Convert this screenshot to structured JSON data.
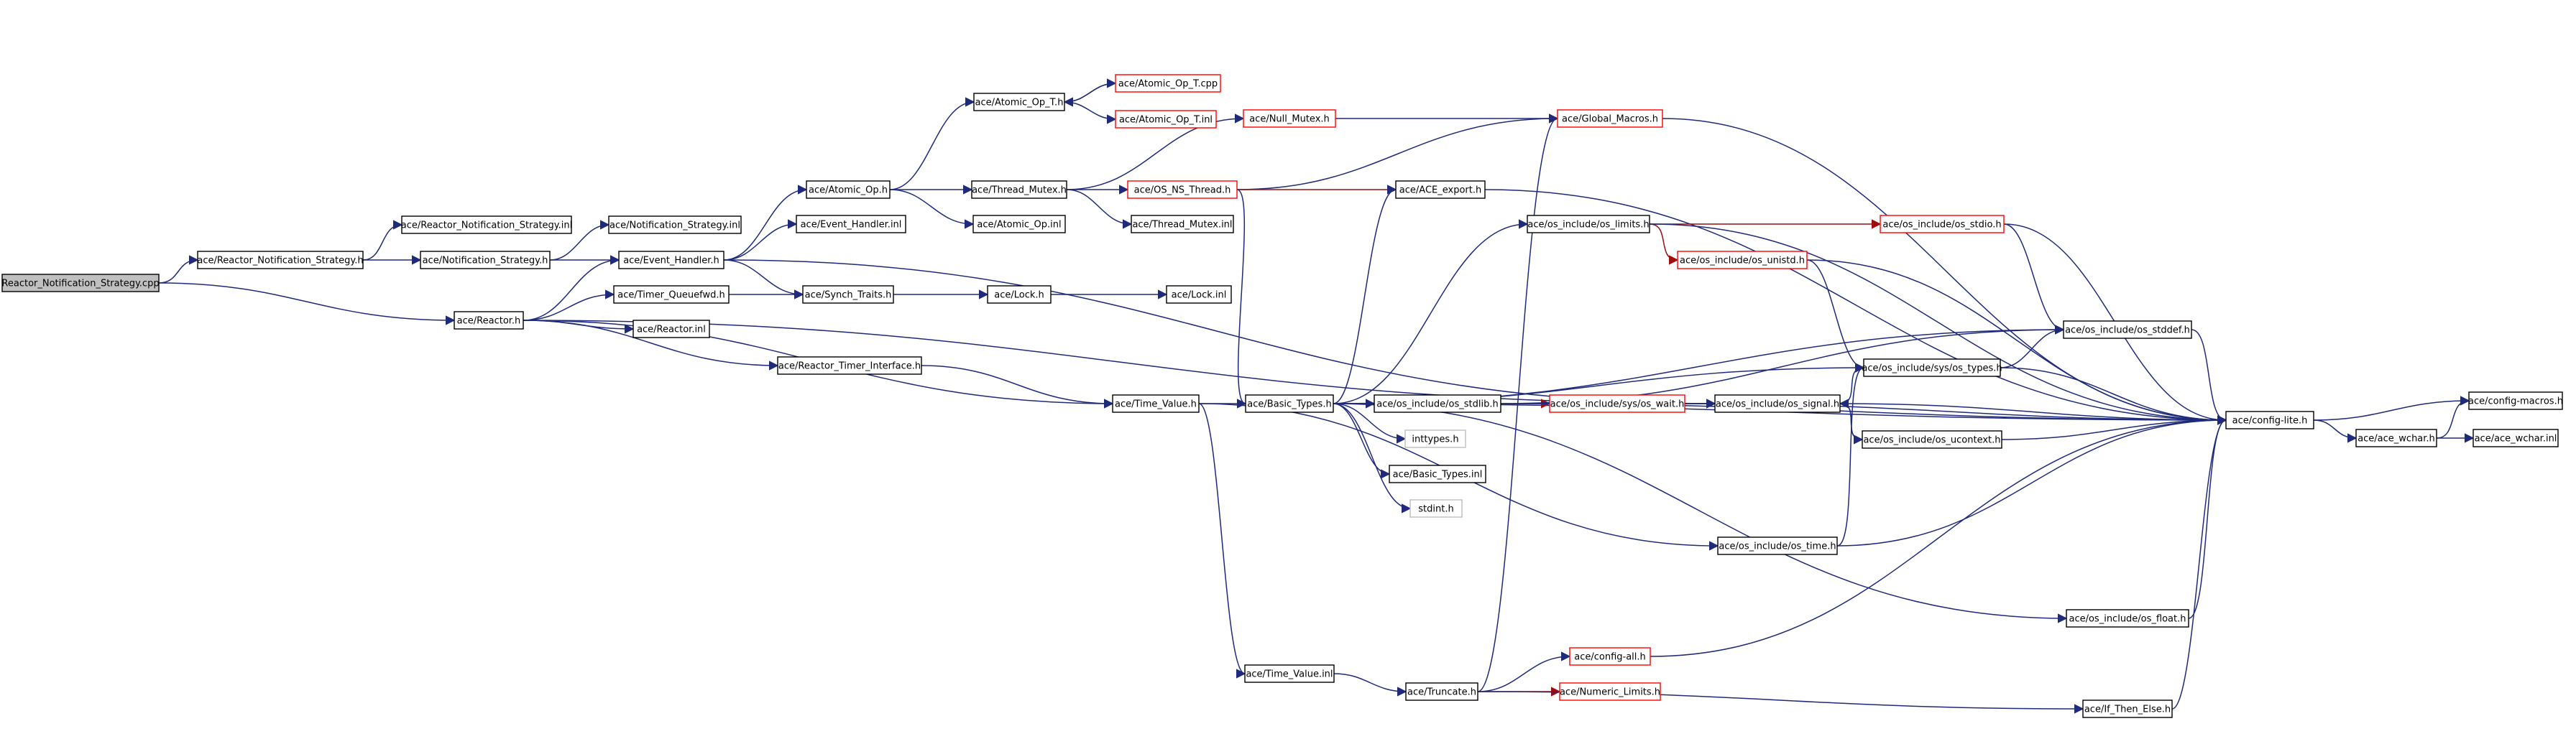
{
  "colors": {
    "edge": "#1f2a7a",
    "edge_red": "#9e0e0e",
    "node_border": "#000000",
    "node_border_truncated": "#ff0000",
    "node_border_light": "#bfbfbf",
    "root_fill": "#c0c0c0"
  },
  "nodes": [
    {
      "id": "root",
      "label": "Reactor_Notification_Strategy.cpp",
      "style": "root"
    },
    {
      "id": "rns_h",
      "label": "ace/Reactor_Notification_Strategy.h",
      "style": "normal"
    },
    {
      "id": "rns_inl",
      "label": "ace/Reactor_Notification_Strategy.inl",
      "style": "normal"
    },
    {
      "id": "ns_h",
      "label": "ace/Notification_Strategy.h",
      "style": "normal"
    },
    {
      "id": "ns_inl",
      "label": "ace/Notification_Strategy.inl",
      "style": "normal"
    },
    {
      "id": "reactor_h",
      "label": "ace/Reactor.h",
      "style": "normal"
    },
    {
      "id": "eh_h",
      "label": "ace/Event_Handler.h",
      "style": "normal"
    },
    {
      "id": "tq_h",
      "label": "ace/Timer_Queuefwd.h",
      "style": "normal"
    },
    {
      "id": "reactor_inl",
      "label": "ace/Reactor.inl",
      "style": "normal"
    },
    {
      "id": "rti_h",
      "label": "ace/Reactor_Timer_Interface.h",
      "style": "normal"
    },
    {
      "id": "atomic_h",
      "label": "ace/Atomic_Op.h",
      "style": "normal"
    },
    {
      "id": "eh_inl",
      "label": "ace/Event_Handler.inl",
      "style": "normal"
    },
    {
      "id": "synch_h",
      "label": "ace/Synch_Traits.h",
      "style": "normal"
    },
    {
      "id": "aopt_h",
      "label": "ace/Atomic_Op_T.h",
      "style": "normal"
    },
    {
      "id": "aopt_cpp",
      "label": "ace/Atomic_Op_T.cpp",
      "style": "truncated"
    },
    {
      "id": "aopt_inl",
      "label": "ace/Atomic_Op_T.inl",
      "style": "truncated"
    },
    {
      "id": "tm_h",
      "label": "ace/Thread_Mutex.h",
      "style": "normal"
    },
    {
      "id": "aop_inl",
      "label": "ace/Atomic_Op.inl",
      "style": "normal"
    },
    {
      "id": "lock_h",
      "label": "ace/Lock.h",
      "style": "normal"
    },
    {
      "id": "lock_inl",
      "label": "ace/Lock.inl",
      "style": "normal"
    },
    {
      "id": "null_h",
      "label": "ace/Null_Mutex.h",
      "style": "truncated"
    },
    {
      "id": "osns_h",
      "label": "ace/OS_NS_Thread.h",
      "style": "truncated"
    },
    {
      "id": "tm_inl",
      "label": "ace/Thread_Mutex.inl",
      "style": "normal"
    },
    {
      "id": "gm_h",
      "label": "ace/Global_Macros.h",
      "style": "truncated"
    },
    {
      "id": "export_h",
      "label": "ace/ACE_export.h",
      "style": "normal"
    },
    {
      "id": "tv_h",
      "label": "ace/Time_Value.h",
      "style": "normal"
    },
    {
      "id": "bt_h",
      "label": "ace/Basic_Types.h",
      "style": "normal"
    },
    {
      "id": "stdlib_h",
      "label": "ace/os_include/os_stdlib.h",
      "style": "normal"
    },
    {
      "id": "inttypes",
      "label": "inttypes.h",
      "style": "light"
    },
    {
      "id": "bt_inl",
      "label": "ace/Basic_Types.inl",
      "style": "normal"
    },
    {
      "id": "stdint",
      "label": "stdint.h",
      "style": "light"
    },
    {
      "id": "limits_h",
      "label": "ace/os_include/os_limits.h",
      "style": "normal"
    },
    {
      "id": "unistd_h",
      "label": "ace/os_include/os_unistd.h",
      "style": "truncated"
    },
    {
      "id": "stdio_h",
      "label": "ace/os_include/os_stdio.h",
      "style": "truncated"
    },
    {
      "id": "stddef_h",
      "label": "ace/os_include/os_stddef.h",
      "style": "normal"
    },
    {
      "id": "types_h",
      "label": "ace/os_include/sys/os_types.h",
      "style": "normal"
    },
    {
      "id": "wait_h",
      "label": "ace/os_include/sys/os_wait.h",
      "style": "truncated"
    },
    {
      "id": "signal_h",
      "label": "ace/os_include/os_signal.h",
      "style": "normal"
    },
    {
      "id": "ucontext_h",
      "label": "ace/os_include/os_ucontext.h",
      "style": "normal"
    },
    {
      "id": "time_h",
      "label": "ace/os_include/os_time.h",
      "style": "normal"
    },
    {
      "id": "float_h",
      "label": "ace/os_include/os_float.h",
      "style": "normal"
    },
    {
      "id": "cl_h",
      "label": "ace/config-lite.h",
      "style": "normal"
    },
    {
      "id": "cm_h",
      "label": "ace/config-macros.h",
      "style": "normal"
    },
    {
      "id": "wchar_h",
      "label": "ace/ace_wchar.h",
      "style": "normal"
    },
    {
      "id": "wchar_inl",
      "label": "ace/ace_wchar.inl",
      "style": "normal"
    },
    {
      "id": "tv_inl",
      "label": "ace/Time_Value.inl",
      "style": "normal"
    },
    {
      "id": "trunc_h",
      "label": "ace/Truncate.h",
      "style": "normal"
    },
    {
      "id": "ca_h",
      "label": "ace/config-all.h",
      "style": "truncated"
    },
    {
      "id": "nl_h",
      "label": "ace/Numeric_Limits.h",
      "style": "truncated"
    },
    {
      "id": "ite_h",
      "label": "ace/If_Then_Else.h",
      "style": "normal"
    }
  ],
  "edges": [
    {
      "from": "root",
      "to": "rns_h"
    },
    {
      "from": "root",
      "to": "reactor_h"
    },
    {
      "from": "rns_h",
      "to": "rns_inl"
    },
    {
      "from": "rns_h",
      "to": "ns_h"
    },
    {
      "from": "ns_h",
      "to": "ns_inl"
    },
    {
      "from": "ns_h",
      "to": "eh_h"
    },
    {
      "from": "reactor_h",
      "to": "eh_h"
    },
    {
      "from": "reactor_h",
      "to": "tq_h"
    },
    {
      "from": "reactor_h",
      "to": "reactor_inl"
    },
    {
      "from": "reactor_h",
      "to": "rti_h"
    },
    {
      "from": "reactor_h",
      "to": "tv_h"
    },
    {
      "from": "reactor_h",
      "to": "signal_h"
    },
    {
      "from": "eh_h",
      "to": "atomic_h"
    },
    {
      "from": "eh_h",
      "to": "eh_inl"
    },
    {
      "from": "eh_h",
      "to": "synch_h"
    },
    {
      "from": "eh_h",
      "to": "signal_h"
    },
    {
      "from": "tq_h",
      "to": "synch_h"
    },
    {
      "from": "synch_h",
      "to": "lock_h"
    },
    {
      "from": "lock_h",
      "to": "lock_inl"
    },
    {
      "from": "rti_h",
      "to": "tv_h"
    },
    {
      "from": "atomic_h",
      "to": "aopt_h"
    },
    {
      "from": "atomic_h",
      "to": "tm_h"
    },
    {
      "from": "atomic_h",
      "to": "aop_inl"
    },
    {
      "from": "aopt_h",
      "to": "aopt_cpp"
    },
    {
      "from": "aopt_cpp",
      "to": "aopt_h"
    },
    {
      "from": "aopt_h",
      "to": "aopt_inl"
    },
    {
      "from": "tm_h",
      "to": "osns_h"
    },
    {
      "from": "tm_h",
      "to": "tm_inl"
    },
    {
      "from": "tm_h",
      "to": "null_h"
    },
    {
      "from": "null_h",
      "to": "gm_h"
    },
    {
      "from": "osns_h",
      "to": "gm_h"
    },
    {
      "from": "osns_h",
      "to": "export_h",
      "red": true
    },
    {
      "from": "osns_h",
      "to": "bt_h"
    },
    {
      "from": "gm_h",
      "to": "cl_h"
    },
    {
      "from": "export_h",
      "to": "cl_h"
    },
    {
      "from": "tv_h",
      "to": "bt_h"
    },
    {
      "from": "tv_h",
      "to": "time_h"
    },
    {
      "from": "tv_h",
      "to": "tv_inl"
    },
    {
      "from": "bt_h",
      "to": "export_h"
    },
    {
      "from": "bt_h",
      "to": "limits_h"
    },
    {
      "from": "bt_h",
      "to": "stdlib_h"
    },
    {
      "from": "bt_h",
      "to": "inttypes"
    },
    {
      "from": "bt_h",
      "to": "bt_inl"
    },
    {
      "from": "bt_h",
      "to": "stdint"
    },
    {
      "from": "bt_h",
      "to": "stddef_h"
    },
    {
      "from": "bt_h",
      "to": "types_h"
    },
    {
      "from": "bt_h",
      "to": "float_h"
    },
    {
      "from": "bt_h",
      "to": "cl_h"
    },
    {
      "from": "limits_h",
      "to": "stdio_h",
      "red": true
    },
    {
      "from": "limits_h",
      "to": "unistd_h",
      "red": true
    },
    {
      "from": "limits_h",
      "to": "cl_h"
    },
    {
      "from": "unistd_h",
      "to": "types_h"
    },
    {
      "from": "unistd_h",
      "to": "cl_h"
    },
    {
      "from": "stdio_h",
      "to": "stddef_h"
    },
    {
      "from": "stdio_h",
      "to": "cl_h"
    },
    {
      "from": "stdlib_h",
      "to": "wait_h",
      "red": true
    },
    {
      "from": "stdlib_h",
      "to": "stddef_h"
    },
    {
      "from": "stdlib_h",
      "to": "cl_h"
    },
    {
      "from": "wait_h",
      "to": "signal_h"
    },
    {
      "from": "wait_h",
      "to": "cl_h"
    },
    {
      "from": "signal_h",
      "to": "types_h"
    },
    {
      "from": "signal_h",
      "to": "ucontext_h"
    },
    {
      "from": "signal_h",
      "to": "cl_h"
    },
    {
      "from": "ucontext_h",
      "to": "signal_h"
    },
    {
      "from": "ucontext_h",
      "to": "cl_h"
    },
    {
      "from": "types_h",
      "to": "stddef_h"
    },
    {
      "from": "types_h",
      "to": "cl_h"
    },
    {
      "from": "stddef_h",
      "to": "cl_h"
    },
    {
      "from": "time_h",
      "to": "types_h"
    },
    {
      "from": "time_h",
      "to": "cl_h"
    },
    {
      "from": "float_h",
      "to": "cl_h"
    },
    {
      "from": "cl_h",
      "to": "cm_h"
    },
    {
      "from": "cl_h",
      "to": "wchar_h"
    },
    {
      "from": "wchar_h",
      "to": "cm_h"
    },
    {
      "from": "wchar_h",
      "to": "wchar_inl"
    },
    {
      "from": "tv_inl",
      "to": "trunc_h"
    },
    {
      "from": "trunc_h",
      "to": "ca_h"
    },
    {
      "from": "trunc_h",
      "to": "nl_h",
      "red": true
    },
    {
      "from": "trunc_h",
      "to": "ite_h"
    },
    {
      "from": "trunc_h",
      "to": "gm_h"
    },
    {
      "from": "ca_h",
      "to": "cl_h"
    },
    {
      "from": "ite_h",
      "to": "cl_h"
    }
  ]
}
